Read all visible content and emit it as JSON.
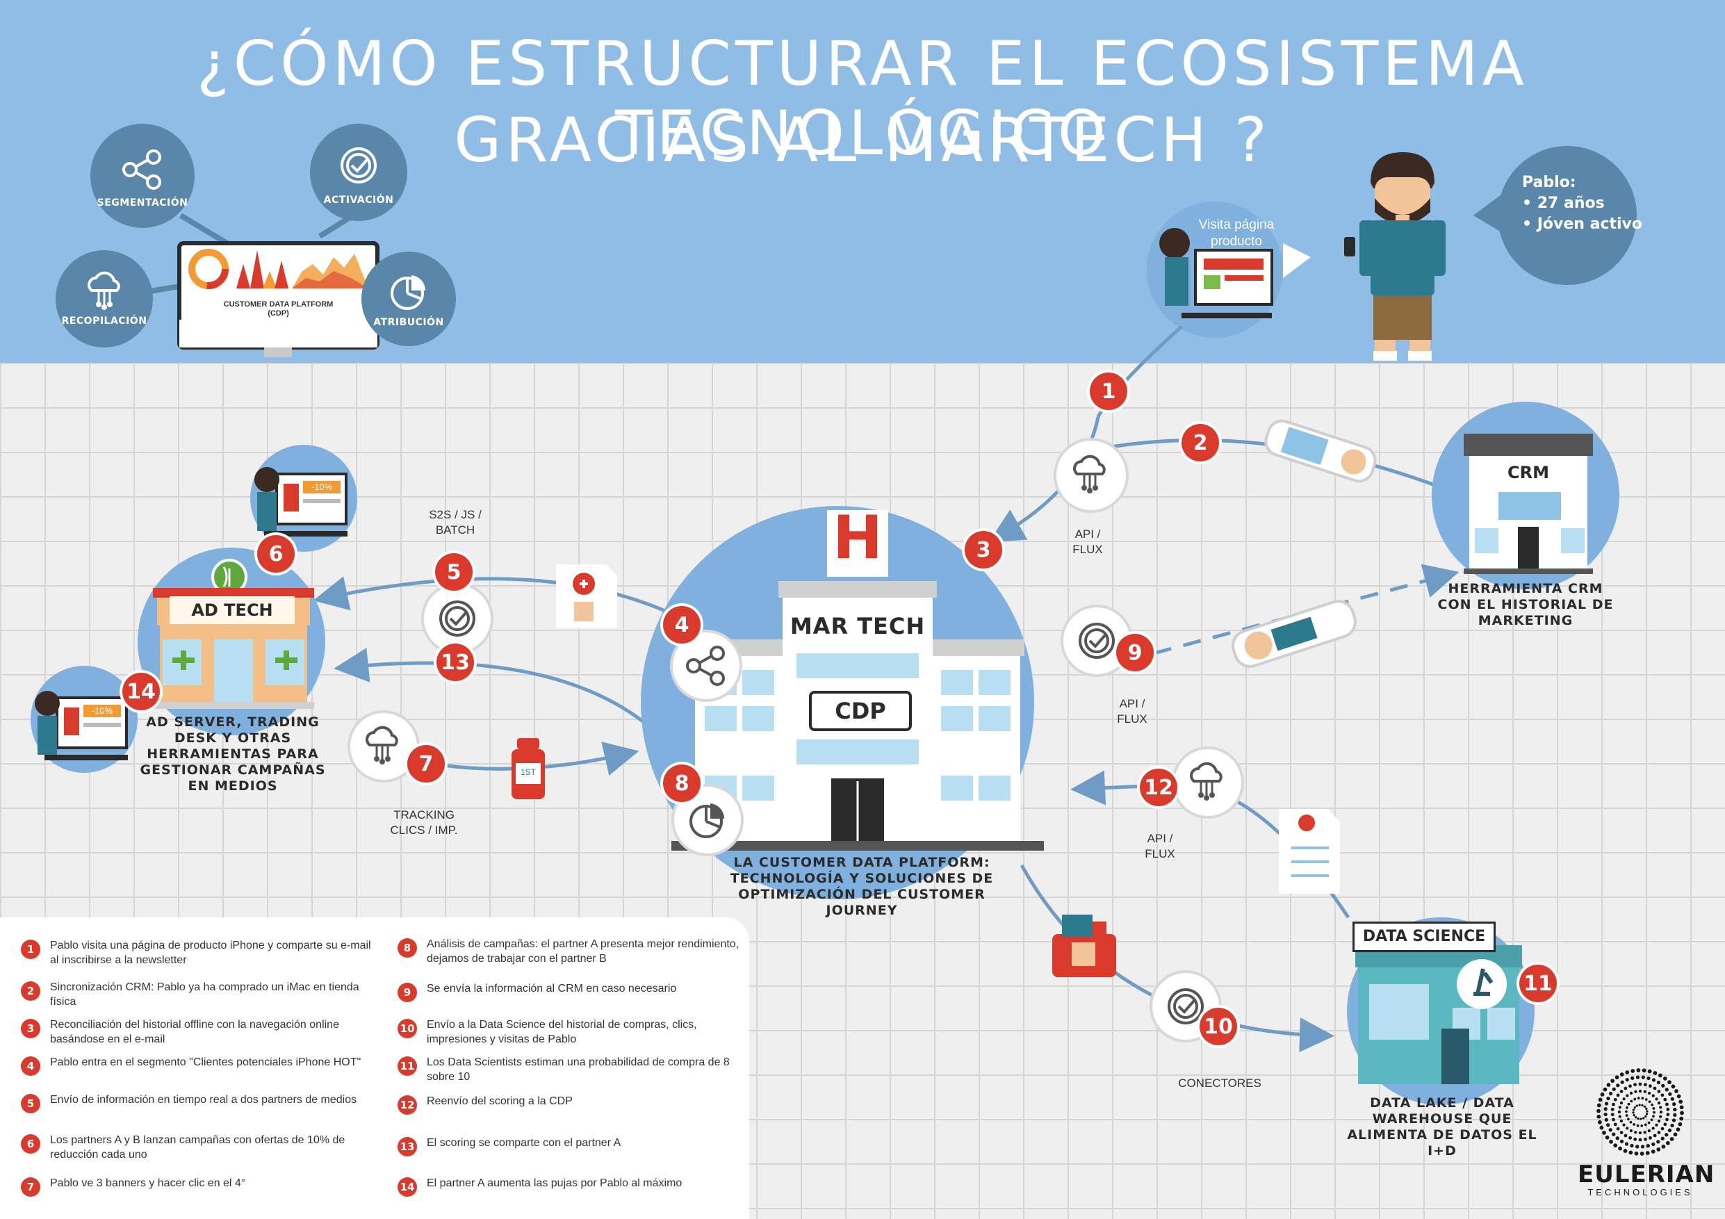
{
  "header": {
    "title_line1": "¿CÓMO ESTRUCTURAR EL ECOSISTEMA TECNOLÓGICO",
    "title_line2": "GRACIAS AL MARTECH ?",
    "bubbles": {
      "segmentacion": "SEGMENTACIÓN",
      "activacion": "ACTIVACIÓN",
      "recopilacion": "RECOPILACIÓN",
      "atribucion": "ATRIBUCIÓN"
    },
    "monitor_line1": "CUSTOMER DATA PLATFORM",
    "monitor_line2": "(CDP)",
    "visit_bubble": "Visita página producto",
    "pablo_name": "Pablo:",
    "pablo_age": "• 27 años",
    "pablo_type": "• Jóven activo"
  },
  "nodes": {
    "adtech_sign": "AD TECH",
    "adtech_caption": "AD SERVER, TRADING DESK Y OTRAS HERRAMIENTAS PARA GESTIONAR CAMPAÑAS EN MEDIOS",
    "discount": "-10%",
    "martech_h": "H",
    "martech_sign": "MAR TECH",
    "cdp_sign": "CDP",
    "martech_caption_1": "LA CUSTOMER DATA PLATFORM:",
    "martech_caption_2": "TECHNOLOGÍA Y SOLUCIONES  DE",
    "martech_caption_3": "OPTIMIZACIÓN DEL CUSTOMER JOURNEY",
    "crm_sign": "CRM",
    "crm_caption": "HERRAMIENTA CRM CON EL HISTORIAL DE MARKETING",
    "ds_sign": "DATA SCIENCE",
    "ds_caption": "DATA LAKE / DATA WAREHOUSE QUE ALIMENTA DE DATOS EL I+D",
    "pill_label": "1ST"
  },
  "flow_labels": {
    "s2s": "S2S / JS / BATCH",
    "api_top": "API / FLUX",
    "api_mid": "API / FLUX",
    "api_low": "API / FLUX",
    "tracking": "TRACKING CLICS / IMP.",
    "conectores": "CONECTORES"
  },
  "badges": [
    "1",
    "2",
    "3",
    "4",
    "5",
    "6",
    "7",
    "8",
    "9",
    "10",
    "11",
    "12",
    "13",
    "14"
  ],
  "legend": [
    {
      "n": "1",
      "text": "Pablo visita una página de producto iPhone y comparte su e-mail al inscribirse a la newsletter"
    },
    {
      "n": "2",
      "text": "Sincronización CRM: Pablo ya ha comprado un iMac en tienda física"
    },
    {
      "n": "3",
      "text": "Reconciliación del historial offline con la navegación online basándose en el e-mail"
    },
    {
      "n": "4",
      "text": "Pablo entra en el segmento \"Clientes potenciales iPhone HOT\""
    },
    {
      "n": "5",
      "text": "Envío de información en tiempo real a dos partners de medios"
    },
    {
      "n": "6",
      "text": "Los partners A y B lanzan campañas con ofertas de 10% de reducción cada uno"
    },
    {
      "n": "7",
      "text": "Pablo ve 3 banners y hacer clic en el 4°"
    },
    {
      "n": "8",
      "text": "Análisis de campañas: el partner A presenta mejor rendimiento, dejamos de trabajar con el partner B"
    },
    {
      "n": "9",
      "text": "Se envía la información al CRM en caso necesario"
    },
    {
      "n": "10",
      "text": "Envío a la Data Science del historial de compras, clics, impresiones y visitas de Pablo"
    },
    {
      "n": "11",
      "text": "Los Data Scientists estiman una probabilidad de compra de 8 sobre 10"
    },
    {
      "n": "12",
      "text": "Reenvío del scoring a la CDP"
    },
    {
      "n": "13",
      "text": "El scoring se comparte con el partner A"
    },
    {
      "n": "14",
      "text": "El partner A aumenta las pujas por Pablo al máximo"
    }
  ],
  "logo": {
    "name": "EULERIAN",
    "sub": "TECHNOLOGIES"
  },
  "colors": {
    "sky": "#8fbde6",
    "bubble": "#5a86a9",
    "circle": "#7fb0de",
    "accent_red": "#d93a2b",
    "line": "#6e9cc4"
  }
}
